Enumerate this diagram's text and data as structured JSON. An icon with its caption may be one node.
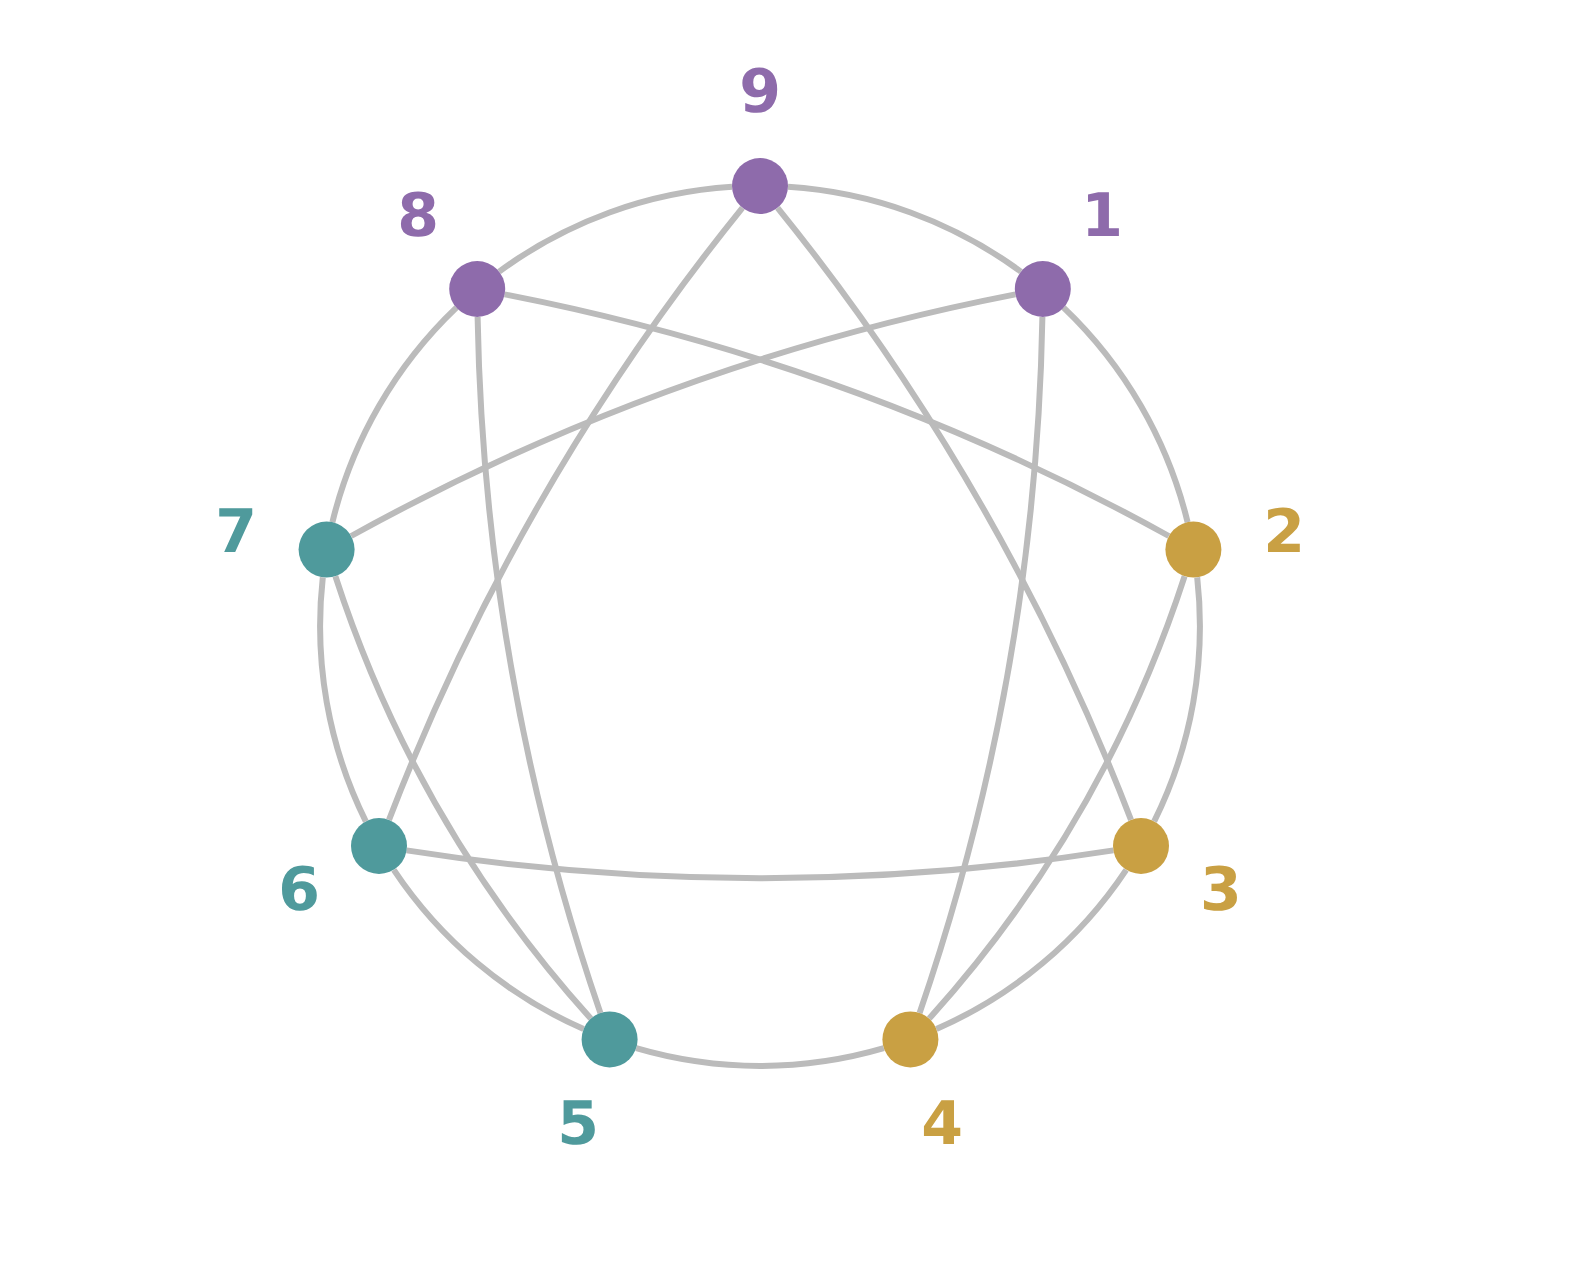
{
  "diagram": {
    "nodes": [
      {
        "text": [],
        "shape": "circle",
        "beside": [
          "9"
        ]
      },
      {
        "text": [],
        "shape": "circle",
        "beside": [
          "1"
        ]
      },
      {
        "text": [],
        "shape": "circle",
        "beside": [
          "2"
        ]
      },
      {
        "text": [],
        "shape": "circle",
        "beside": [
          "3"
        ]
      },
      {
        "text": [],
        "shape": "circle",
        "beside": [
          "4"
        ]
      },
      {
        "text": [],
        "shape": "circle",
        "beside": [
          "5"
        ]
      },
      {
        "text": [],
        "shape": "circle",
        "beside": [
          "6"
        ]
      },
      {
        "text": [],
        "shape": "circle",
        "beside": [
          "7"
        ]
      },
      {
        "text": [],
        "shape": "circle",
        "beside": [
          "8"
        ]
      }
    ],
    "edges": [
      {
        "from": 0,
        "to": 1,
        "arrow": "none"
      },
      {
        "from": 1,
        "to": 2,
        "arrow": "none"
      },
      {
        "from": 2,
        "to": 3,
        "arrow": "none"
      },
      {
        "from": 3,
        "to": 4,
        "arrow": "none"
      },
      {
        "from": 4,
        "to": 5,
        "arrow": "none"
      },
      {
        "from": 5,
        "to": 6,
        "arrow": "none"
      },
      {
        "from": 6,
        "to": 7,
        "arrow": "none"
      },
      {
        "from": 7,
        "to": 8,
        "arrow": "none"
      },
      {
        "from": 8,
        "to": 0,
        "arrow": "none"
      },
      {
        "from": 0,
        "to": 3,
        "arrow": "none"
      },
      {
        "from": 3,
        "to": 6,
        "arrow": "none"
      },
      {
        "from": 6,
        "to": 0,
        "arrow": "none"
      },
      {
        "from": 1,
        "to": 4,
        "arrow": "none"
      },
      {
        "from": 4,
        "to": 2,
        "arrow": "none"
      },
      {
        "from": 2,
        "to": 8,
        "arrow": "none"
      },
      {
        "from": 8,
        "to": 5,
        "arrow": "none"
      },
      {
        "from": 5,
        "to": 7,
        "arrow": "none"
      },
      {
        "from": 7,
        "to": 1,
        "arrow": "none"
      }
    ]
  }
}
